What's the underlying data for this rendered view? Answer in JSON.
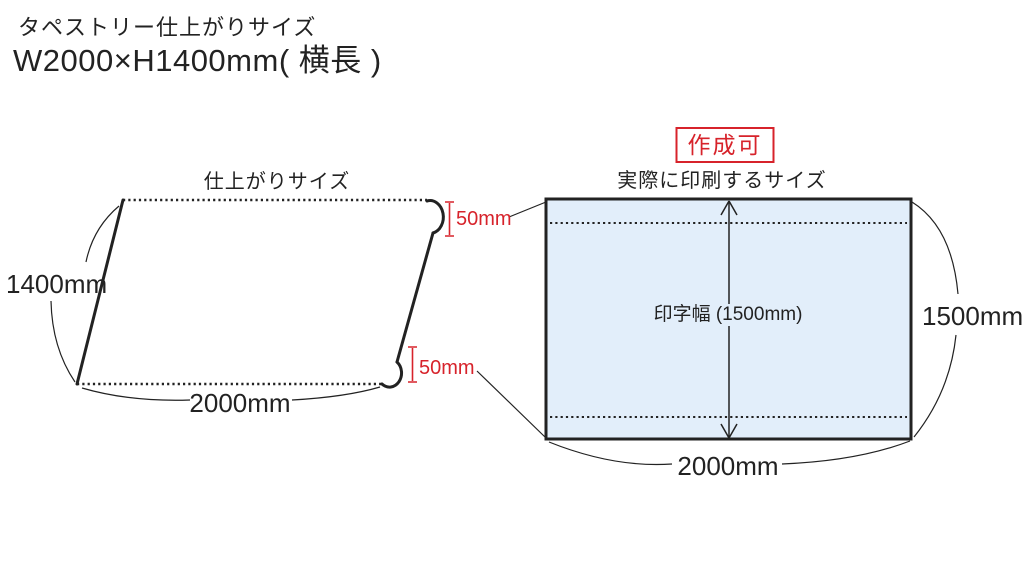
{
  "header": {
    "line1": "タペストリー仕上がりサイズ",
    "line2": "W2000×H1400mm( 横長 )"
  },
  "colors": {
    "accent_red": "#d7232b",
    "print_area_fill": "#e2eefa",
    "ink": "#222222"
  },
  "finished_size_diagram": {
    "title": "仕上がりサイズ",
    "height_label": "1400mm",
    "width_label": "2000mm",
    "pocket_top_label": "50mm",
    "pocket_bottom_label": "50mm"
  },
  "print_size_diagram": {
    "status_badge": "作成可",
    "title": "実際に印刷するサイズ",
    "print_width_label": "印字幅 (1500mm)",
    "height_label": "1500mm",
    "width_label": "2000mm"
  }
}
